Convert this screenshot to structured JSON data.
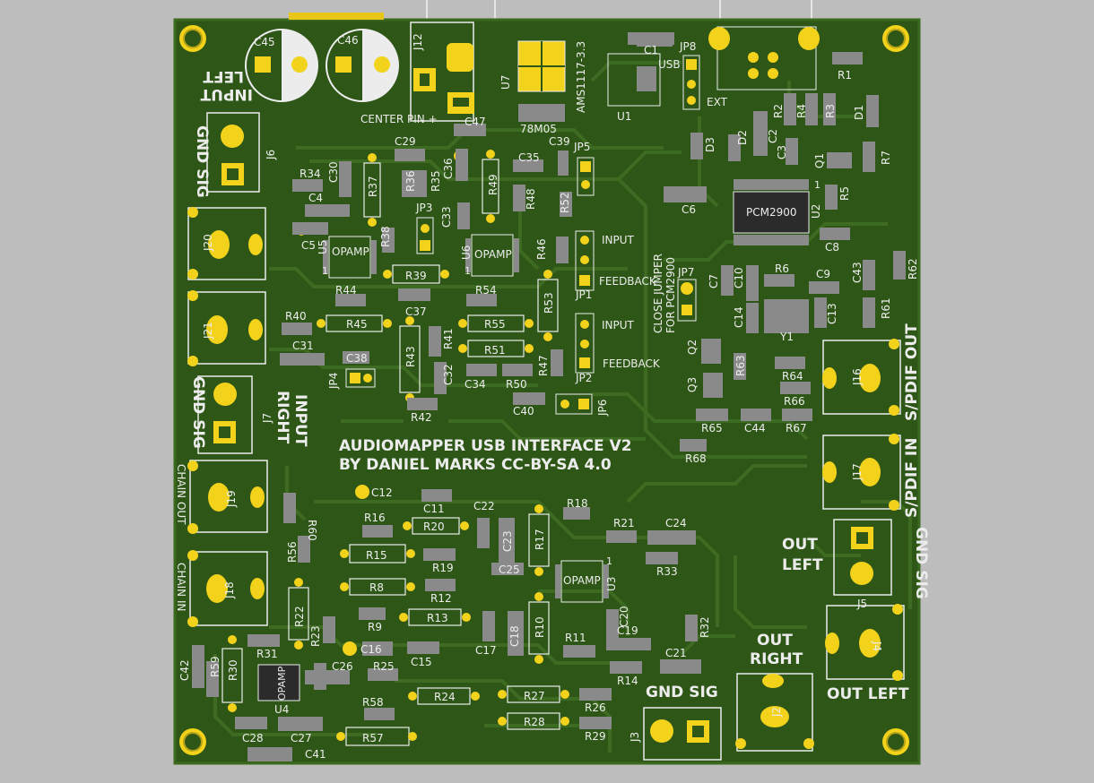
{
  "board": {
    "title_line1": "AUDIOMAPPER USB INTERFACE V2",
    "title_line2": "BY DANIEL MARKS CC-BY-SA 4.0",
    "colors": {
      "background": "#bdbdbd",
      "board": "#2e5717",
      "board_edge": "#3b6a1f",
      "trace": "#3d6b21",
      "pad": "#f2d21b",
      "smd": "#8a8a8a",
      "silk": "#ececec",
      "ic_body": "#2b2b2b"
    }
  },
  "labels": {
    "c45": "C45",
    "c46": "C46",
    "j12": "J12",
    "u7": "U7",
    "ams": "AMS1117-3.3",
    "c1": "C1",
    "jp8": "JP8",
    "usb": "USB",
    "ext": "EXT",
    "r1": "R1",
    "input": "INPUT",
    "left": "LEFT",
    "center_pin": "CENTER PIN +",
    "c47": "C47",
    "m78": "78M05",
    "u1": "U1",
    "r2": "R2",
    "r4": "R4",
    "r3": "R3",
    "d1": "D1",
    "d3": "D3",
    "d2": "D2",
    "c2": "C2",
    "c3": "C3",
    "q1": "Q1",
    "r7": "R7",
    "r5": "R5",
    "u2": "U2",
    "c8": "C8",
    "c6": "C6",
    "pcm": "PCM2900",
    "one": "1",
    "gnd_sig": "GND SIG",
    "j6": "J6",
    "r34": "R34",
    "c30": "C30",
    "c29": "C29",
    "r37": "R37",
    "r36": "R36",
    "r35": "R35",
    "c36": "C36",
    "r49": "R49",
    "c35": "C35",
    "c39": "C39",
    "jp5": "JP5",
    "c4": "C4",
    "r48": "R48",
    "r52": "R52",
    "c33": "C33",
    "jp3": "JP3",
    "j20": "J20",
    "c5": "C5",
    "u5": "U5",
    "opamp": "OPAMP",
    "r38": "R38",
    "u6": "U6",
    "r46": "R46",
    "feedback": "FEEDBACK",
    "jp1": "JP1",
    "r39": "R39",
    "r44": "R44",
    "r54": "R54",
    "c37": "C37",
    "r53": "R53",
    "close_jumper": "CLOSE JUMPER",
    "for_pcm": "FOR PCM2900",
    "jp7": "JP7",
    "c7": "C7",
    "c10": "C10",
    "r6": "R6",
    "c9": "C9",
    "c43": "C43",
    "r62": "R62",
    "c14": "C14",
    "c13": "C13",
    "y1": "Y1",
    "r61": "R61",
    "j21": "J21",
    "r40": "R40",
    "r45": "R45",
    "r55": "R55",
    "r41": "R41",
    "c31": "C31",
    "r43": "R43",
    "r51": "R51",
    "jp2": "JP2",
    "r47": "R47",
    "c38": "C38",
    "jp4": "JP4",
    "c32": "C32",
    "c34": "C34",
    "r50": "R50",
    "c40": "C40",
    "jp6": "JP6",
    "r42": "R42",
    "q2": "Q2",
    "q3": "Q3",
    "r63": "R63",
    "r64": "R64",
    "r66": "R66",
    "r65": "R65",
    "c44": "C44",
    "r67": "R67",
    "j16": "J16",
    "j17": "J17",
    "spdif_out": "S/PDIF OUT",
    "spdif_in": "S/PDIF IN",
    "r68": "R68",
    "right": "RIGHT",
    "j7": "J7",
    "chain_out": "CHAIN OUT",
    "chain_in": "CHAIN IN",
    "j19": "J19",
    "j18": "J18",
    "r60": "R60",
    "r56": "R56",
    "c12": "C12",
    "c11": "C11",
    "c22": "C22",
    "r18": "R18",
    "r16": "R16",
    "r20": "R20",
    "c23": "C23",
    "r17": "R17",
    "r21": "R21",
    "c24": "C24",
    "r15": "R15",
    "r19": "R19",
    "c25": "C25",
    "r33": "R33",
    "r8": "R8",
    "r12": "R12",
    "u3": "U3",
    "out": "OUT",
    "j5": "J5",
    "r22": "R22",
    "r9": "R9",
    "r13": "R13",
    "c17": "C17",
    "c18": "C18",
    "r10": "R10",
    "c20": "C20",
    "c19": "C19",
    "r32": "R32",
    "r23": "R23",
    "c16": "C16",
    "c15": "C15",
    "r11": "R11",
    "r14": "R14",
    "c21": "C21",
    "r31": "R31",
    "c42": "C42",
    "r59": "R59",
    "r30": "R30",
    "u4": "U4",
    "c26": "C26",
    "r25": "R25",
    "r24": "R24",
    "r27": "R27",
    "r26": "R26",
    "r28": "R28",
    "r29": "R29",
    "r58": "R58",
    "r57": "R57",
    "c28": "C28",
    "c27": "C27",
    "c41": "C41",
    "j3": "J3",
    "j2": "J2",
    "j4": "J4",
    "out_left": "OUT LEFT"
  }
}
